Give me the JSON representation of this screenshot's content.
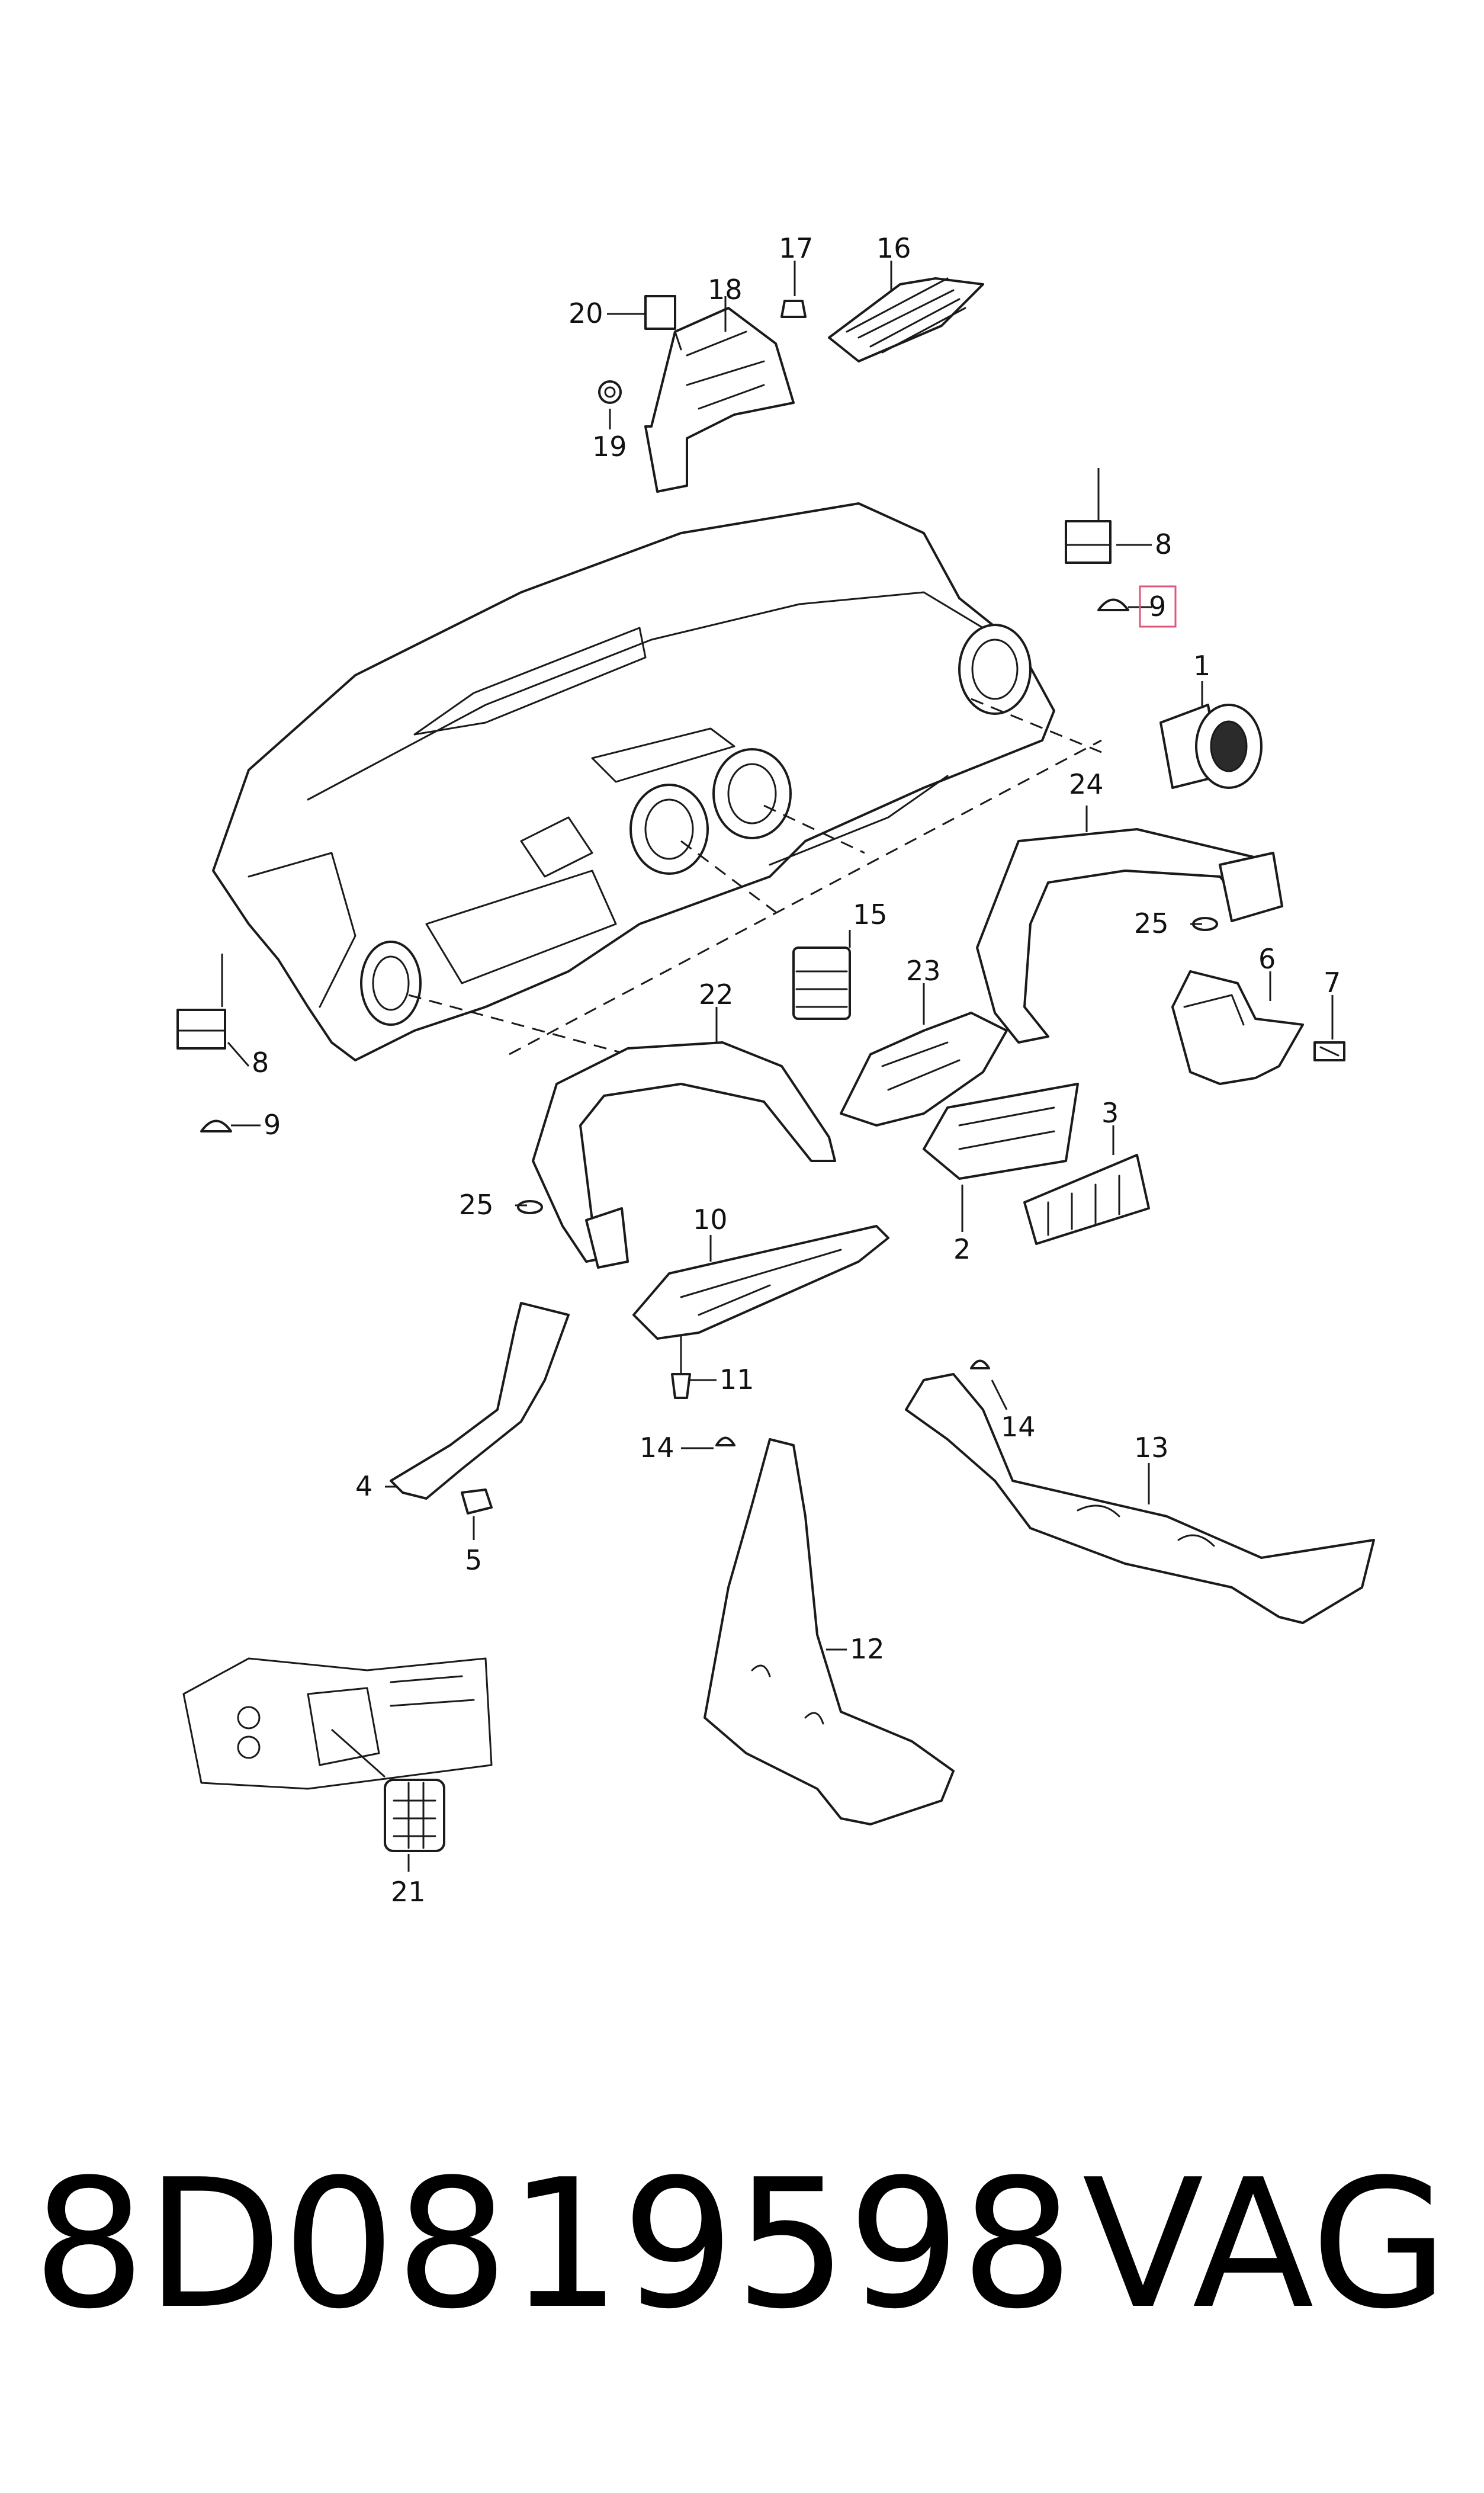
{
  "diagram": {
    "callouts": [
      "1",
      "2",
      "3",
      "4",
      "5",
      "6",
      "7",
      "8",
      "8",
      "9",
      "9",
      "10",
      "11",
      "12",
      "13",
      "14",
      "14",
      "15",
      "16",
      "17",
      "18",
      "19",
      "20",
      "21",
      "22",
      "23",
      "24",
      "25",
      "25"
    ],
    "highlighted_callout": "9"
  },
  "footer": {
    "part_number": "8D0819598",
    "brand": "VAG"
  },
  "colors": {
    "line": "#1a1a1a",
    "highlight": "#e0567a",
    "background": "#ffffff"
  }
}
